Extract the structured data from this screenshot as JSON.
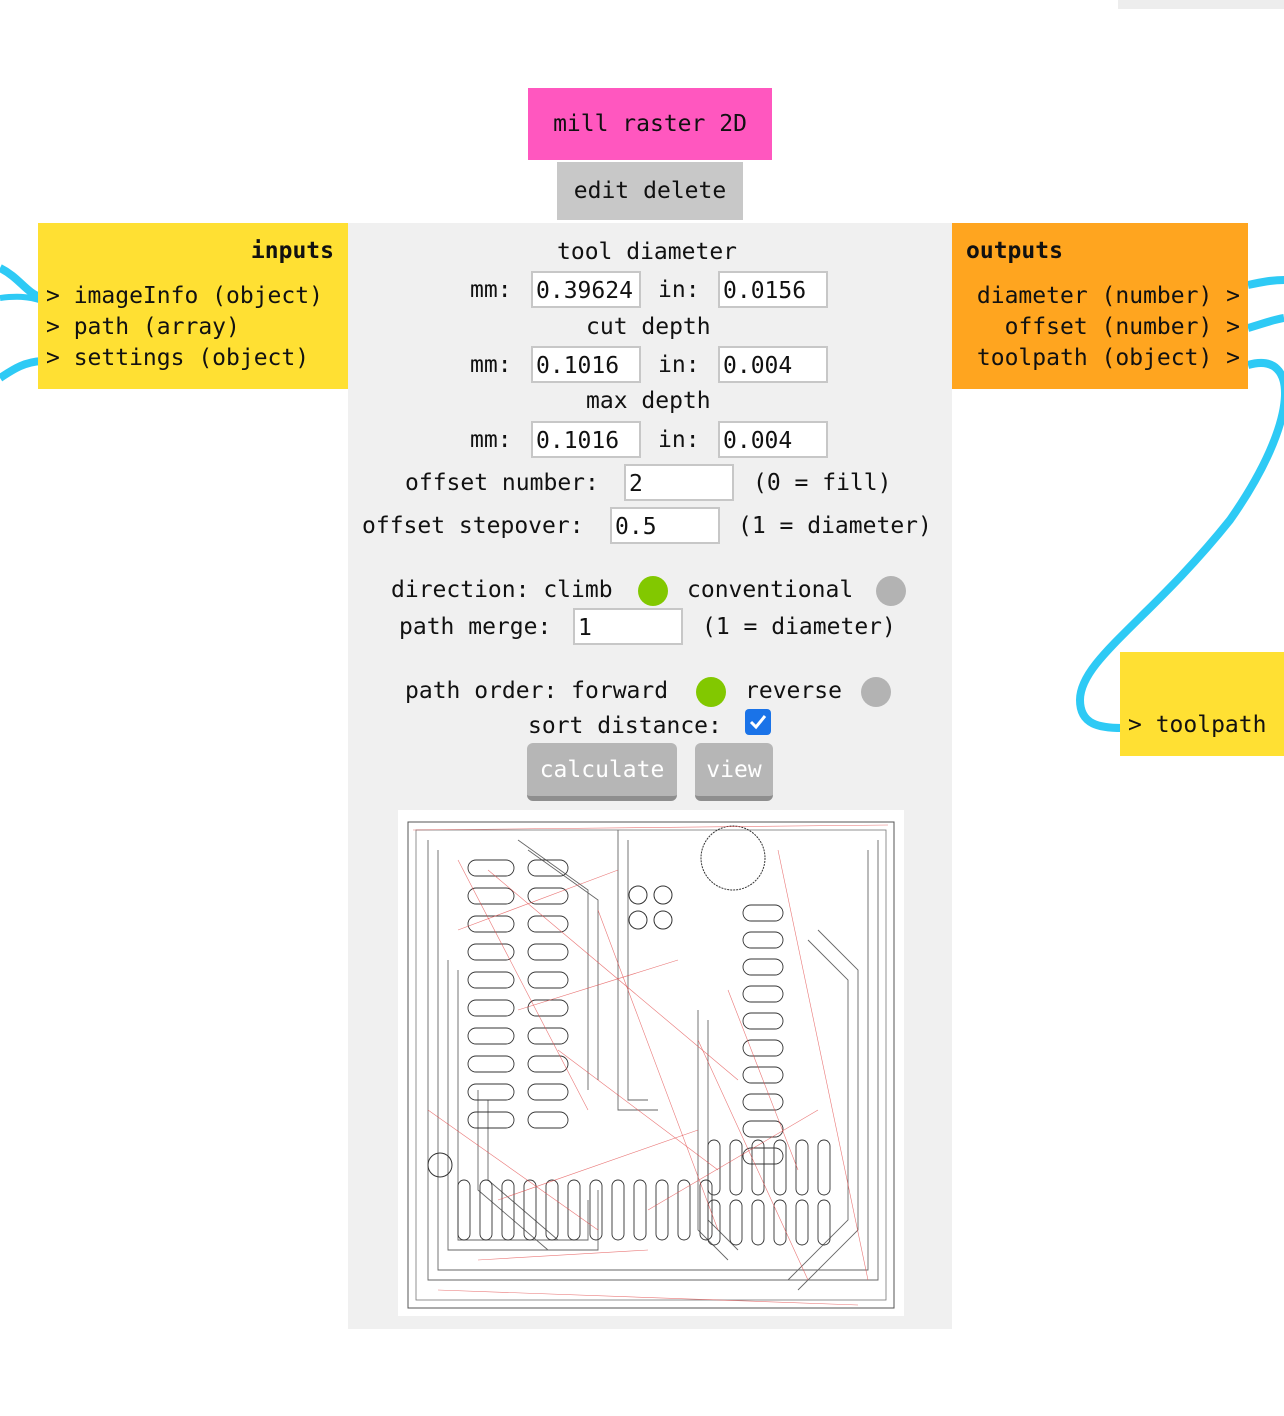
{
  "module": {
    "title": "mill raster 2D",
    "edit_label": "edit",
    "delete_label": "delete"
  },
  "inputs": {
    "header": "inputs",
    "ports": [
      "> imageInfo (object)",
      "> path (array)",
      "> settings (object)"
    ]
  },
  "outputs": {
    "header": "outputs",
    "ports": [
      "diameter (number) >",
      "offset (number) >",
      "toolpath (object) >"
    ]
  },
  "downstream": {
    "port": "> toolpath"
  },
  "tool_diameter": {
    "heading": "tool diameter",
    "mm_label": "mm:",
    "in_label": "in:",
    "mm_value": "0.39624",
    "in_value": "0.0156"
  },
  "cut_depth": {
    "heading": "cut depth",
    "mm_label": "mm:",
    "in_label": "in:",
    "mm_value": "0.1016",
    "in_value": "0.004"
  },
  "max_depth": {
    "heading": "max depth",
    "mm_label": "mm:",
    "in_label": "in:",
    "mm_value": "0.1016",
    "in_value": "0.004"
  },
  "offset_number": {
    "label": "offset number:",
    "value": "2",
    "hint": "(0 = fill)"
  },
  "offset_stepover": {
    "label": "offset stepover:",
    "value": "0.5",
    "hint": "(1 = diameter)"
  },
  "direction": {
    "label": "direction: climb",
    "alt_label": "conventional",
    "selected": "climb",
    "on_color": "#82c800",
    "off_color": "#b3b3b3"
  },
  "path_merge": {
    "label": "path merge:",
    "value": "1",
    "hint": "(1 = diameter)"
  },
  "path_order": {
    "label": "path order: forward",
    "alt_label": "reverse",
    "selected": "forward"
  },
  "sort_distance": {
    "label": "sort distance:",
    "checked": true
  },
  "buttons": {
    "calculate": "calculate",
    "view": "view"
  },
  "colors": {
    "title_bg": "#ff57bf",
    "inputs_bg": "#ffe033",
    "outputs_bg": "#ffa51f",
    "wire": "#2ecaf5",
    "panel_bg": "#f0f0f0"
  }
}
